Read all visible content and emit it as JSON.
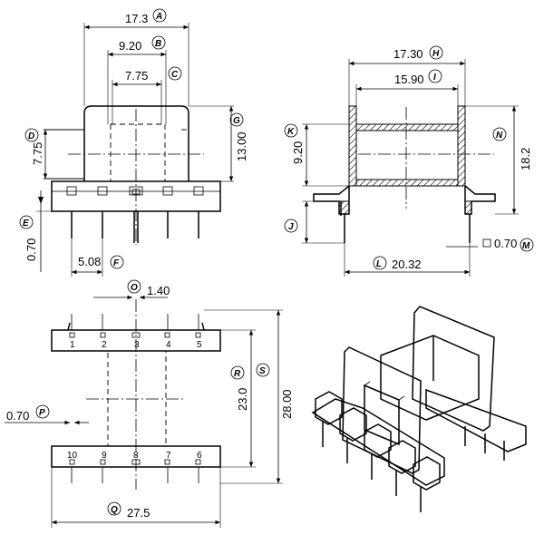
{
  "dims": {
    "A": "17.3",
    "B": "9.20",
    "C": "7.75",
    "D": "7.75",
    "E": "0.70",
    "F": "5.08",
    "G": "13.00",
    "H": "17.30",
    "I": "15.90",
    "J": "",
    "K": "9.20",
    "L": "20.32",
    "M": "0.70",
    "N": "18.2",
    "O": "1.40",
    "P": "0.70",
    "Q": "27.5",
    "R": "23.0",
    "S": "28.00"
  },
  "letters": [
    "A",
    "B",
    "C",
    "D",
    "E",
    "F",
    "G",
    "H",
    "I",
    "J",
    "K",
    "L",
    "M",
    "N",
    "O",
    "P",
    "Q",
    "R",
    "S"
  ],
  "pins_top": [
    "1",
    "2",
    "3",
    "4",
    "5"
  ],
  "pins_bottom": [
    "10",
    "9",
    "8",
    "7",
    "6"
  ]
}
